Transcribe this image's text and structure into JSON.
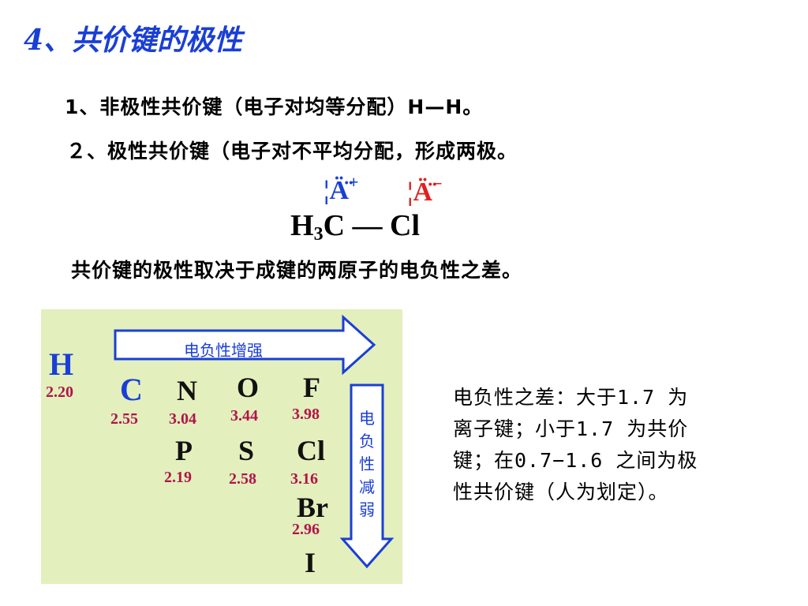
{
  "title": "4、共价键的极性",
  "line1": "1、非极性共价键（电子对均等分配）H—H。",
  "line2": "２、极性共价键（电子对不平均分配，形成两极。",
  "charges": [
    "¦Ä̤+",
    "¦Ä̤−"
  ],
  "formula": {
    "left": "H",
    "sub": "3",
    "right": "C — Cl"
  },
  "line3": "共价键的极性取决于成键的两原子的电负性之差。",
  "table": {
    "arrow_right_label": "电负性增强",
    "arrow_down_label": "电负性减弱",
    "elements": [
      {
        "symbol": "H",
        "en": "2.20"
      },
      {
        "symbol": "C",
        "en": "2.55"
      },
      {
        "symbol": "N",
        "en": "3.04"
      },
      {
        "symbol": "O",
        "en": "3.44"
      },
      {
        "symbol": "F",
        "en": "3.98"
      },
      {
        "symbol": "P",
        "en": "2.19"
      },
      {
        "symbol": "S",
        "en": "2.58"
      },
      {
        "symbol": "Cl",
        "en": "3.16"
      },
      {
        "symbol": "Br",
        "en": "2.96"
      },
      {
        "symbol": "I",
        "en": ""
      }
    ]
  },
  "note": {
    "lines": [
      "电负性之差：大于1.7 为",
      "离子键；小于1.7 为共价",
      "键；在0.7−1.6 之间为极",
      "性共价键（人为划定）。"
    ]
  },
  "colors": {
    "title": "#1a3fd6",
    "panel": "#e3efbd",
    "arrow": "#1a3fd6",
    "en_value": "#b0144a",
    "negative_charge": "#e02020"
  }
}
